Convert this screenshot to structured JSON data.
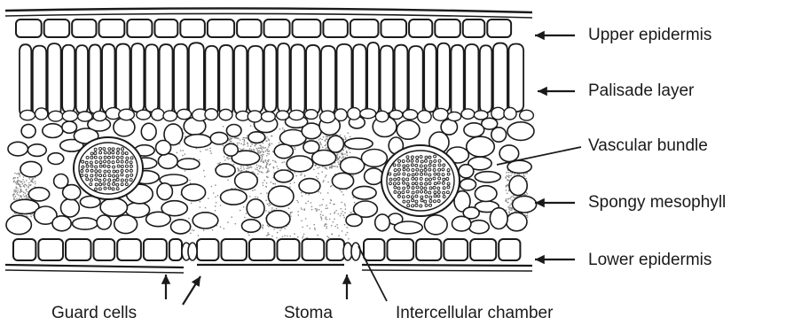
{
  "diagram": {
    "labels": {
      "upper_epidermis": "Upper epidermis",
      "palisade_layer": "Palisade layer",
      "vascular_bundle": "Vascular bundle",
      "spongy_mesophyll": "Spongy mesophyll",
      "lower_epidermis": "Lower epidermis",
      "guard_cells": "Guard cells",
      "stoma": "Stoma",
      "intercellular_chamber": "Intercellular chamber"
    },
    "colors": {
      "ink": "#1a1a1a",
      "cell_fill": "#ffffff",
      "stipple": "#8a8a8a",
      "background": "#ffffff"
    }
  }
}
